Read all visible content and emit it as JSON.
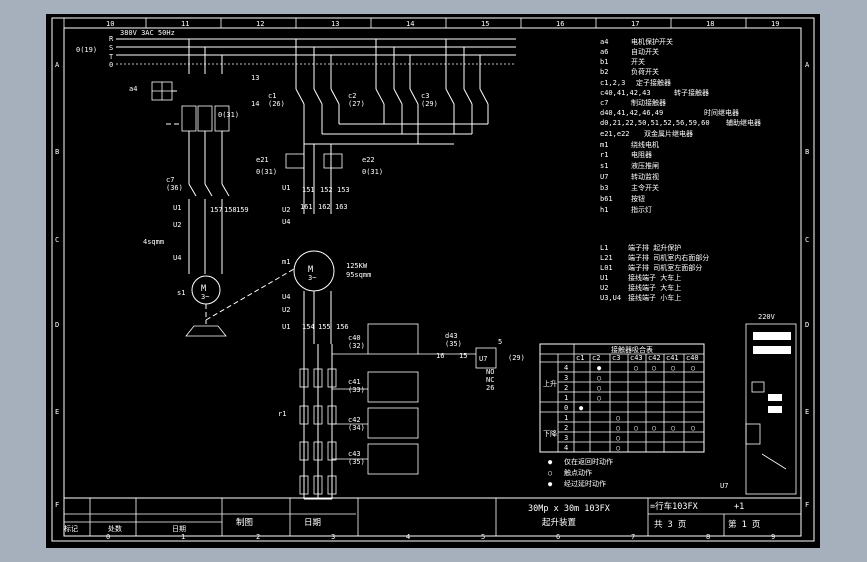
{
  "grid": {
    "top_numbers": [
      "10",
      "11",
      "12",
      "13",
      "14",
      "15",
      "16",
      "17",
      "18",
      "19"
    ],
    "bottom_numbers": [
      "0",
      "1",
      "2",
      "3",
      "4",
      "5",
      "6",
      "7",
      "8",
      "9"
    ],
    "left_letters": [
      "A",
      "B",
      "C",
      "D",
      "E",
      "F"
    ],
    "right_letters": [
      "A",
      "B",
      "C",
      "D",
      "E",
      "F"
    ]
  },
  "supply": {
    "voltage": "380V 3AC 50Hz",
    "neutral_ref": "0(19)",
    "phases": [
      "R",
      "S",
      "T",
      "0"
    ]
  },
  "devices": {
    "a4": "a4",
    "i13": "13",
    "i14": "14",
    "a4_ref": "0(31)",
    "c1": "c1",
    "c1_ref": "(26)",
    "c2": "c2",
    "c2_ref": "(27)",
    "c3": "c3",
    "c3_ref": "(29)",
    "e21": "e21",
    "e21_ref": "0(31)",
    "e22": "e22",
    "e22_ref": "0(31)",
    "c7": "c7",
    "c7_ref": "(36)",
    "u1": "U1",
    "u2": "U2",
    "u4": "U4",
    "sqmm": "4sqmm",
    "s1": "s1",
    "motor_small": "M",
    "motor_small_phase": "3~",
    "m1": "m1",
    "motor_main": "M",
    "motor_main_phase": "3~",
    "power": "125KW",
    "cable": "95sqmm",
    "r1": "r1",
    "c40": "c40",
    "c40_ref": "(32)",
    "c41": "c41",
    "c41_ref": "(33)",
    "c42": "c42",
    "c42_ref": "(34)",
    "c43": "c43",
    "c43_ref": "(35)",
    "d43": "d43",
    "d43_ref": "(35)",
    "u7": "U7",
    "u7_ref": "(29)",
    "term_no": "NO",
    "term_nc": "NC",
    "term_26": "26",
    "wire_16": "16",
    "wire_15": "15",
    "wire_5": "5",
    "mid_terms": [
      "151",
      "152",
      "153",
      "157",
      "158",
      "159",
      "161",
      "162",
      "163",
      "154",
      "155",
      "156"
    ]
  },
  "legend_items": [
    {
      "code": "a4",
      "desc": "电机保护开关"
    },
    {
      "code": "a6",
      "desc": "自动开关"
    },
    {
      "code": "b1",
      "desc": "开关"
    },
    {
      "code": "b2",
      "desc": "负荷开关"
    },
    {
      "code": "c1,2,3",
      "desc": "定子接触器"
    },
    {
      "code": "c40,41,42,43",
      "desc": "转子接触器"
    },
    {
      "code": "c7",
      "desc": "制动接触器"
    },
    {
      "code": "d40,41,42,46,49",
      "desc": "时间继电器"
    },
    {
      "code": "d0,21,22,50,51,52,56,59,60",
      "desc": "辅助继电器"
    },
    {
      "code": "e21,e22",
      "desc": "双金属片继电器"
    },
    {
      "code": "m1",
      "desc": "绕线电机"
    },
    {
      "code": "r1",
      "desc": "电阻器"
    },
    {
      "code": "s1",
      "desc": "液压推闸"
    },
    {
      "code": "U7",
      "desc": "转动监视"
    },
    {
      "code": "b3",
      "desc": "主令开关"
    },
    {
      "code": "b61",
      "desc": "按钮"
    },
    {
      "code": "h1",
      "desc": "指示灯"
    }
  ],
  "terminal_items": [
    {
      "code": "L1",
      "desc": "端子排 起升保护"
    },
    {
      "code": "L21",
      "desc": "端子排 司机室内右面部分"
    },
    {
      "code": "L01",
      "desc": "端子排 司机室左面部分"
    },
    {
      "code": "U1",
      "desc": "接线端子 大车上"
    },
    {
      "code": "U2",
      "desc": "接线端子 大车上"
    },
    {
      "code": "U3,U4",
      "desc": "接线端子 小车上"
    }
  ],
  "contactor_table": {
    "title": "接触器吸合表",
    "columns": [
      "c1",
      "c2",
      "c3",
      "c43",
      "c42",
      "c41",
      "c40"
    ],
    "up_label": "上升",
    "down_label": "下降",
    "row_labels": [
      "4",
      "3",
      "2",
      "1",
      "0",
      "1",
      "2",
      "3",
      "4"
    ],
    "cells": [
      [
        "",
        "●",
        "",
        "○",
        "○",
        "○",
        "○"
      ],
      [
        "",
        "○",
        "",
        "",
        "",
        "",
        ""
      ],
      [
        "",
        "○",
        "",
        "",
        "",
        "",
        ""
      ],
      [
        "",
        "○",
        "",
        "",
        "",
        "",
        ""
      ],
      [
        "●",
        "",
        "",
        "",
        "",
        "",
        ""
      ],
      [
        "",
        "",
        "○",
        "",
        "",
        "",
        ""
      ],
      [
        "",
        "",
        "○",
        "○",
        "○",
        "○",
        "○"
      ],
      [
        "",
        "",
        "○",
        "",
        "",
        "",
        ""
      ],
      [
        "",
        "",
        "○",
        "",
        "",
        "",
        ""
      ]
    ]
  },
  "table_notes": [
    {
      "symbol": "●",
      "text": "仅在返回时动作"
    },
    {
      "symbol": "○",
      "text": "触点动作"
    },
    {
      "symbol": "●",
      "text": "经过延时动作"
    }
  ],
  "right_panel": {
    "voltage": "220V",
    "u7_label": "U7"
  },
  "title_block": {
    "col_labels": [
      "标记",
      "处数",
      "日期"
    ],
    "drafted": "制图",
    "date": "日期",
    "title1": "30Mp x 30m 103FX",
    "title2": "起升装置",
    "drawing_no": "=行车103FX",
    "drawing_suffix": "+1",
    "total_pages": "共 3 页",
    "page": "第 1 页"
  }
}
